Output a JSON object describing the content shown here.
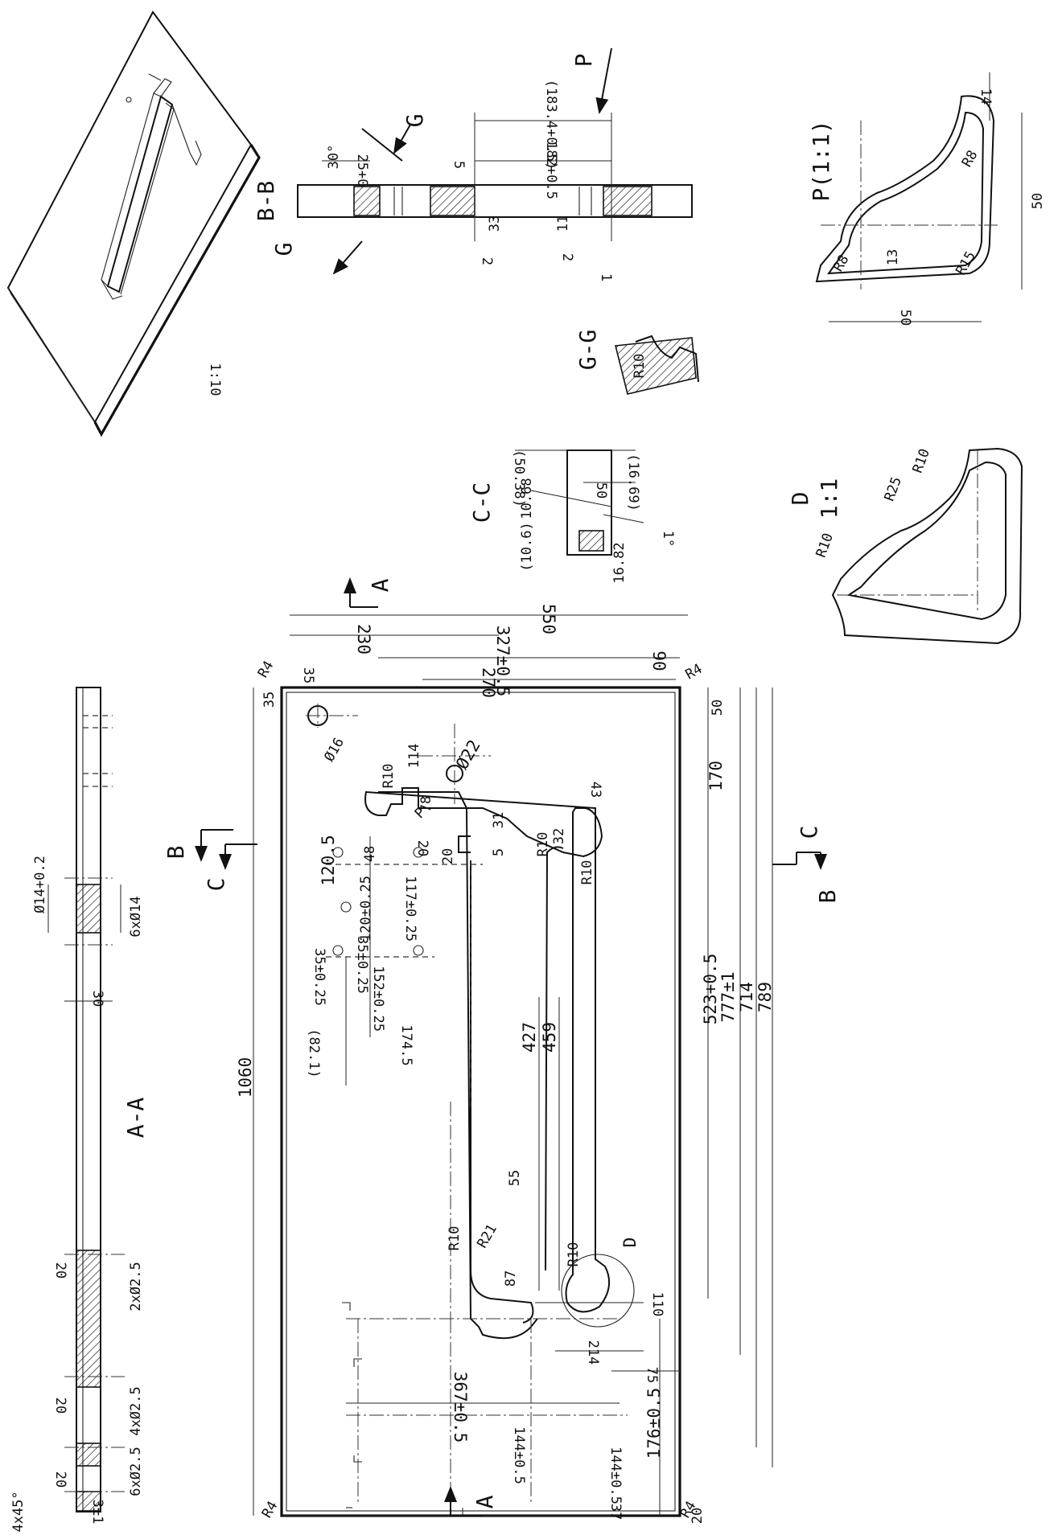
{
  "drawing": {
    "scale_iso": "1:10",
    "sections": {
      "aa": "A-A",
      "bb": "B-B",
      "cc": "C-C",
      "gg": "G-G",
      "d": "D",
      "d_scale": "1:1",
      "p": "P(1:1)"
    },
    "markers": {
      "a": "A",
      "b": "B",
      "c": "C",
      "g": "G",
      "p": "P",
      "d": "D"
    },
    "dims_main": {
      "d1060": "1060",
      "d550": "550",
      "d230": "230",
      "d327": "327±0.5",
      "d270": "270",
      "d90": "90",
      "d35a": "35",
      "d35b": "35",
      "d50": "50",
      "d170": "170",
      "d523": "523+0.5",
      "d777": "777±1",
      "d714": "714",
      "d789": "789",
      "d114": "114",
      "d22": "Ø22",
      "d16": "Ø16",
      "d120": "120.5",
      "d48": "48",
      "d78": "78",
      "d20a": "20",
      "d20b": "20",
      "d31": "31",
      "d5": "5",
      "d32": "32",
      "d43": "43",
      "d120b": "120±0.25",
      "d117": "117±0.25",
      "d35c": "35±0.25",
      "d35d": "35±0.25",
      "d152": "152±0.25",
      "d174": "174.5",
      "d82": "(82.1)",
      "d427": "427",
      "d459": "459",
      "d55": "55",
      "d87": "87",
      "d110": "110",
      "d214": "214",
      "d75": "75",
      "d367": "367±0.5",
      "d176": "176±0.5",
      "d144a": "144±0.5",
      "d144b": "144±0.5",
      "d37": "37",
      "d20c": "20",
      "r4a": "R4",
      "r4b": "R4",
      "r4c": "R4",
      "r4d": "R4",
      "r10a": "R10",
      "r10b": "R10",
      "r10c": "R10",
      "r10d": "R10",
      "r10e": "R10",
      "r21": "R21",
      "rP": "P"
    },
    "dims_aa": {
      "d14tol": "Ø14+0.2",
      "d6x14": "6xØ14",
      "d30": "30",
      "d2x25": "2xØ2.5",
      "d20a": "20",
      "d20b": "20",
      "d4x25": "4xØ2.5",
      "d6x25": "6xØ2.5",
      "d20c": "20",
      "d45": "4x45°",
      "d3": "3±1"
    },
    "dims_bb": {
      "d30deg": "30°",
      "d25": "25+0",
      "d183": "(183.4+0.5)",
      "d182": "182+0.5",
      "d5": "5",
      "d33": "33",
      "d11": "11",
      "d2a": "2",
      "d2b": "2",
      "d1": "1"
    },
    "dims_cc": {
      "d5038": "(50.38)",
      "d1068": "10.68",
      "d106": "(10.6)",
      "d50": "50",
      "d1669": "(16.69)",
      "d1682": "16.82",
      "d1deg": "1°"
    },
    "dims_gg": {
      "r10": "R10"
    },
    "dims_d": {
      "r10a": "R10",
      "r25": "R25",
      "r10b": "R10"
    },
    "dims_p": {
      "d14": "14",
      "r8a": "R8",
      "r8b": "R8",
      "r15": "R15",
      "d13": "13",
      "d50a": "50",
      "d50b": "50"
    }
  }
}
